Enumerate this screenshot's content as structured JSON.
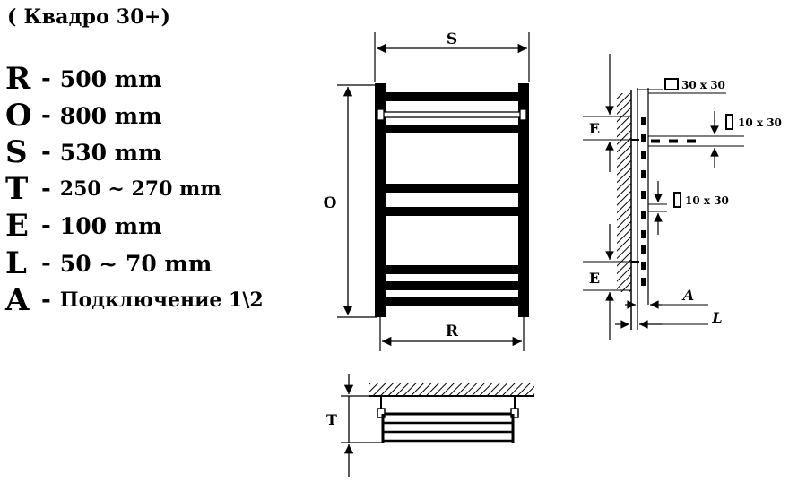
{
  "title": "( Квадро 30+)",
  "specs": [
    {
      "letter": "R",
      "dash": "-",
      "value": "500 mm"
    },
    {
      "letter": "O",
      "dash": "-",
      "value": "800 mm"
    },
    {
      "letter": "S",
      "dash": "-",
      "value": "530 mm"
    },
    {
      "letter": "T",
      "dash": "-",
      "value": "250 ~ 270 mm"
    },
    {
      "letter": "E",
      "dash": "-",
      "value": "100 mm"
    },
    {
      "letter": "L",
      "dash": "-",
      "value": "50 ~ 70 mm"
    },
    {
      "letter": "A",
      "dash": "-",
      "value": "Подключение 1\\2"
    }
  ],
  "front_view": {
    "label_s": "S",
    "label_o": "O",
    "label_r": "R"
  },
  "side_view": {
    "label_e_top": "E",
    "label_e_bottom": "E",
    "label_a": "A",
    "label_l": "L",
    "label_profile": "30 x 30",
    "label_rib_top": "10 x 30",
    "label_rib_mid": "10 x 30"
  },
  "top_view": {
    "label_t": "T"
  }
}
